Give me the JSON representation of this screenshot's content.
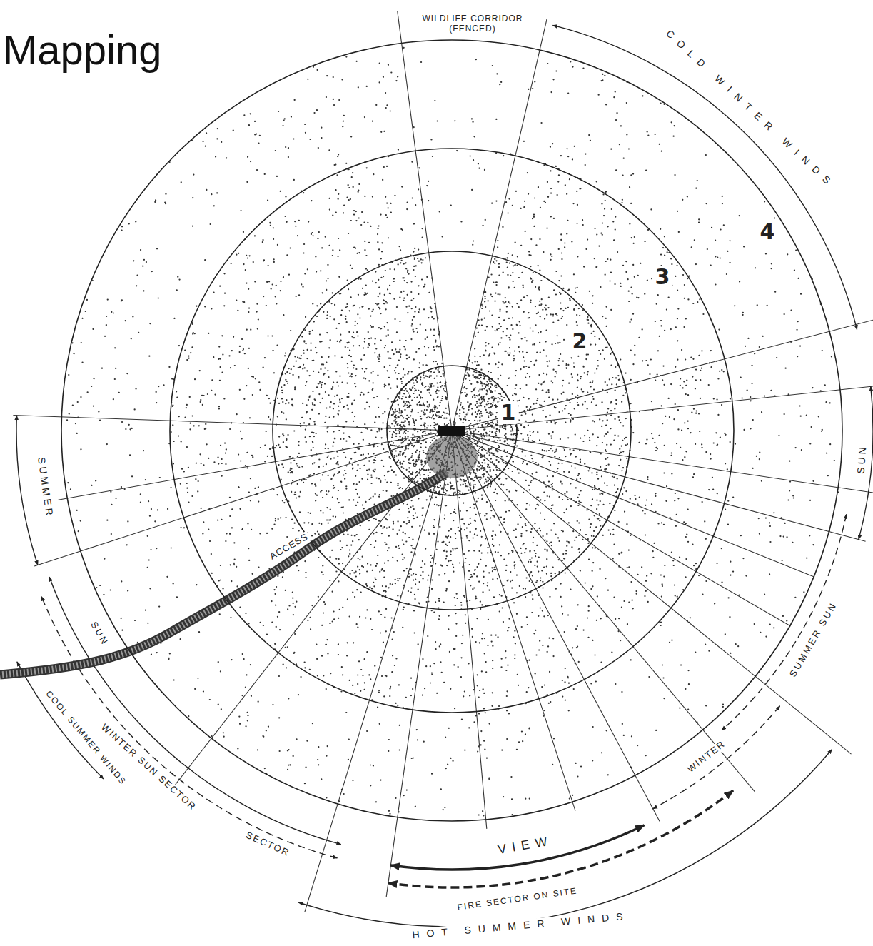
{
  "diagram": {
    "title": "Mapping",
    "nodes": [
      {
        "text": [
          "4"
        ]
      },
      {
        "text": [
          "3"
        ],
        "in": 0
      },
      {
        "text": [
          "2"
        ],
        "in": 1
      },
      {
        "text": [
          "1"
        ],
        "in": 2
      }
    ],
    "labels": [
      "WILDLIFE CORRIDOR (FENCED)",
      "COLD WINTER WINDS",
      "SUMMER",
      "SUN",
      "WINTER SUN SECTOR",
      "SECTOR",
      "COOL SUMMER WINDS",
      "ACCESS",
      "SUN",
      "SUMMER SUN",
      "WINTER",
      "VIEW",
      "FIRE SECTOR ON SITE",
      "HOT SUMMER WINDS"
    ]
  }
}
